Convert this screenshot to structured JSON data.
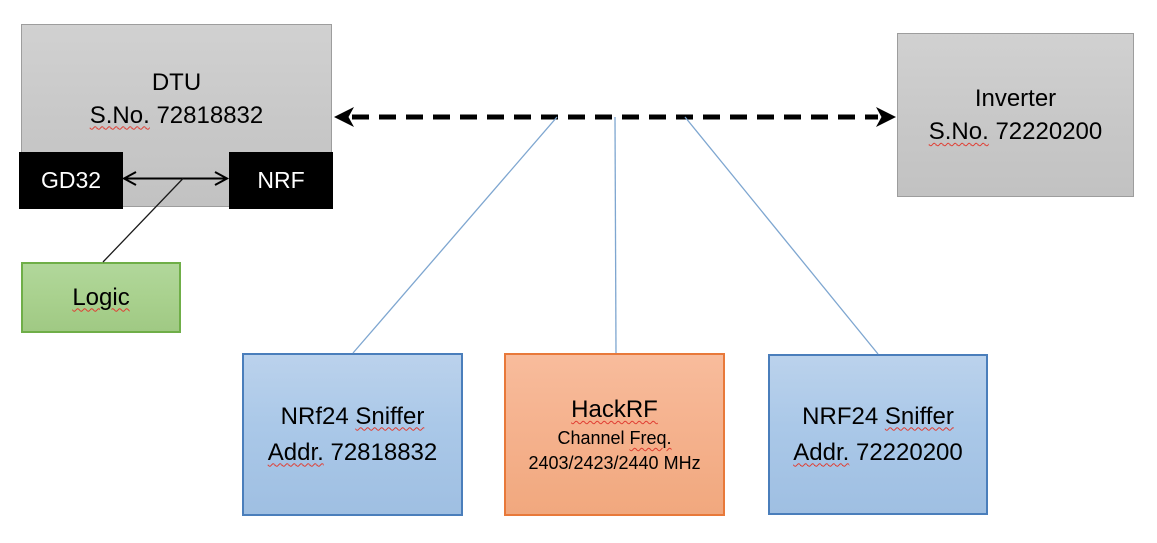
{
  "diagram": {
    "dtu": {
      "title": "DTU",
      "serial_label": "S.No.",
      "serial_value": "72818832",
      "chip_left": "GD32",
      "chip_right": "NRF"
    },
    "logic": {
      "label": "Logic"
    },
    "inverter": {
      "title": "Inverter",
      "serial_label": "S.No.",
      "serial_value": "72220200"
    },
    "sniffer_left": {
      "name_prefix": "NRf24",
      "name_word": "Sniffer",
      "addr_label": "Addr.",
      "addr_value": "72818832"
    },
    "hackrf": {
      "title": "HackRF",
      "channel_word": "Channel",
      "freq_word": "Freq.",
      "frequencies": "2403/2423/2440 MHz"
    },
    "sniffer_right": {
      "name_prefix": "NRF24",
      "name_word": "Sniffer",
      "addr_label": "Addr.",
      "addr_value": "72220200"
    }
  },
  "palette": {
    "background": "#ffffff",
    "gray_fill": "#c9c9c9",
    "gray_border": "#9d9d9d",
    "black_fill": "#000000",
    "green_fill": "#a9d18e",
    "green_border": "#6fae48",
    "blue_fill": "#aac8e8",
    "blue_border": "#4a7ebb",
    "orange_fill": "#f5b28e",
    "orange_border": "#e8793a",
    "connector_blue": "#7ea6d0",
    "arrow_black": "#000000",
    "squiggle_red": "#e03c31"
  }
}
